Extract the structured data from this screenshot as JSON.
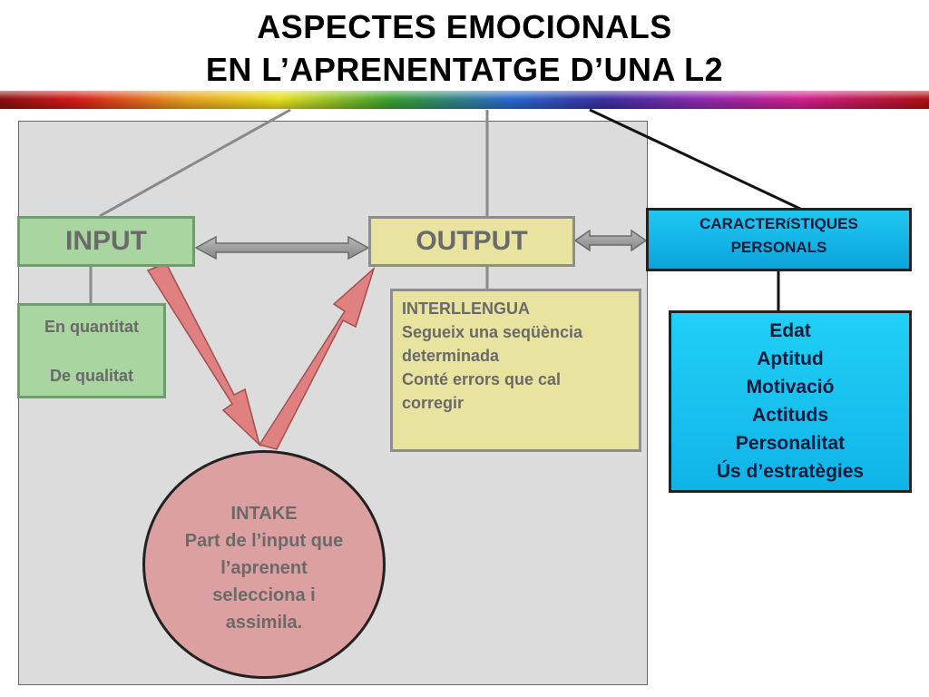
{
  "title": {
    "line1": "ASPECTES  EMOCIONALS",
    "line2": "EN  L’APRENENTATGE  D’UNA  L2"
  },
  "input": {
    "label": "INPUT",
    "sub": [
      "En quantitat",
      "De qualitat"
    ]
  },
  "output": {
    "label": "OUTPUT"
  },
  "interllengua": {
    "lines": [
      "INTERLLENGUA",
      "Segueix una seqüència",
      "determinada",
      "Conté errors que cal",
      "corregir"
    ]
  },
  "intake": {
    "lines": [
      "INTAKE",
      "Part de l’input que",
      "l’aprenent",
      "selecciona i",
      "assimila."
    ]
  },
  "caracteristiques": {
    "lines": [
      "CARACTERíSTIQUES",
      "PERSONALS"
    ]
  },
  "personal_traits": [
    "Edat",
    "Aptitud",
    "Motivació",
    "Actituds",
    "Personalitat",
    "Ús d’estratègies"
  ],
  "colors": {
    "panel": "#dcdcdc",
    "green": "#a8d5a0",
    "yellow": "#e8e4a0",
    "blue": "#10b4e8",
    "pink": "#dca0a0",
    "arrow_red": "#e08080"
  }
}
